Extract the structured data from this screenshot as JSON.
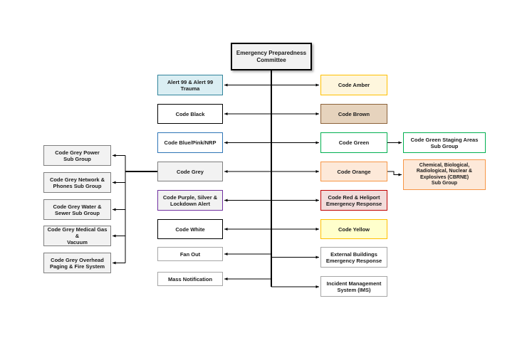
{
  "diagram": {
    "root": {
      "label": "Emergency Preparedness\nCommittee"
    },
    "left_column": [
      {
        "id": "alert99",
        "label": "Alert 99 & Alert 99\nTrauma",
        "fill": "#daeef3",
        "border": "#31849b"
      },
      {
        "id": "black",
        "label": "Code Black",
        "fill": "#ffffff",
        "border": "#000000"
      },
      {
        "id": "blue",
        "label": "Code Blue/Pink/NRP",
        "fill": "#ffffff",
        "border": "#2e75b6"
      },
      {
        "id": "grey",
        "label": "Code Grey",
        "fill": "#f2f2f2",
        "border": "#7f7f7f"
      },
      {
        "id": "purple",
        "label": "Code Purple, Silver &\nLockdown Alert",
        "fill": "#f2f2f2",
        "border": "#7030a0"
      },
      {
        "id": "white",
        "label": "Code White",
        "fill": "#ffffff",
        "border": "#000000"
      },
      {
        "id": "fanout",
        "label": "Fan Out",
        "fill": "#ffffff",
        "border": "#a6a6a6"
      },
      {
        "id": "massnotif",
        "label": "Mass Notification",
        "fill": "#ffffff",
        "border": "#a6a6a6"
      }
    ],
    "right_column": [
      {
        "id": "amber",
        "label": "Code Amber",
        "fill": "#fef6dd",
        "border": "#ffc000"
      },
      {
        "id": "brown",
        "label": "Code Brown",
        "fill": "#e6d3bd",
        "border": "#8c6239"
      },
      {
        "id": "green",
        "label": "Code Green",
        "fill": "#ffffff",
        "border": "#00b050"
      },
      {
        "id": "orange",
        "label": "Code Orange",
        "fill": "#fde9d9",
        "border": "#f79646"
      },
      {
        "id": "red",
        "label": "Code Red & Heliport\nEmergency Response",
        "fill": "#f2dcdb",
        "border": "#c00000"
      },
      {
        "id": "yellow",
        "label": "Code Yellow",
        "fill": "#ffffcc",
        "border": "#ffc000"
      },
      {
        "id": "extbuild",
        "label": "External Buildings\nEmergency Response",
        "fill": "#ffffff",
        "border": "#a6a6a6"
      },
      {
        "id": "ims",
        "label": "Incident Management\nSystem (IMS)",
        "fill": "#ffffff",
        "border": "#a6a6a6"
      }
    ],
    "grey_subgroups": [
      {
        "id": "power",
        "label": "Code Grey Power\nSub Group"
      },
      {
        "id": "network",
        "label": "Code Grey Network &\nPhones Sub Group"
      },
      {
        "id": "water",
        "label": "Code Grey Water &\nSewer Sub Group"
      },
      {
        "id": "medgas",
        "label": "Code Grey Medical Gas &\nVacuum"
      },
      {
        "id": "paging",
        "label": "Code Grey Overhead\nPaging & Fire System"
      }
    ],
    "green_subgroup": {
      "label": "Code Green Staging Areas\nSub Group",
      "fill": "#ffffff",
      "border": "#00b050"
    },
    "orange_subgroup": {
      "label": "Chemical, Biological,\nRadiological, Nuclear &\nExplosives (CBRNE)\nSub Group",
      "fill": "#fde9d9",
      "border": "#f79646"
    },
    "subgroup_style": {
      "fill": "#f2f2f2",
      "border": "#7f7f7f"
    }
  }
}
